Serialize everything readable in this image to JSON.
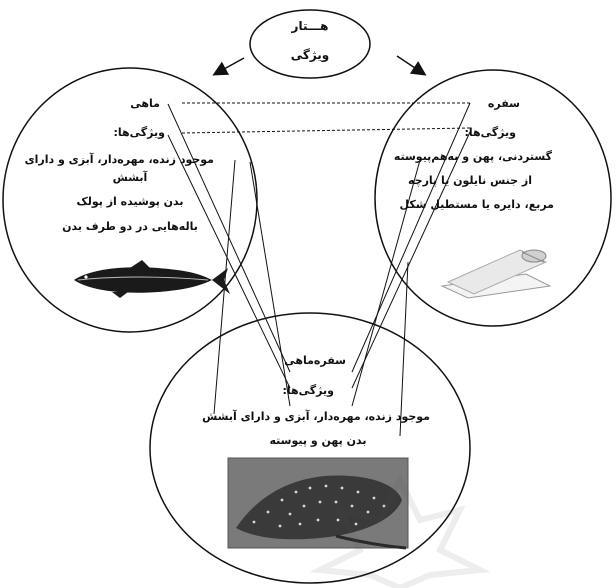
{
  "top": {
    "title": "هـــتار",
    "subtitle": "ویژگی"
  },
  "left": {
    "name": "ماهی",
    "features_label": "ویژگی‌ها:",
    "traits": [
      "موجود زنده، مهره‌دار، آبزی و دارای",
      "آبشش",
      "بدن پوشیده از پولک",
      "باله‌هایی در دو طرف بدن"
    ],
    "icon": "fish-icon"
  },
  "right": {
    "name": "سفره",
    "features_label": "ویژگی‌ها:",
    "traits": [
      "گستردنی، پهن و به‌هم‌پیوسته",
      "از جنس نایلون یا پارچه",
      "مربع، دایره یا مستطیل شکل"
    ],
    "icon": "tablecloth-roll-icon"
  },
  "bottom": {
    "name": "سفره‌ماهی",
    "features_label": "ویژگی‌ها:",
    "traits": [
      "موجود زنده، مهره‌دار، آبزی و دارای آبشش",
      "بدن پهن و پیوسته"
    ],
    "icon": "stingray-photo-icon"
  },
  "colors": {
    "ink": "#111111",
    "photo_bg": "#7a7a7a"
  }
}
